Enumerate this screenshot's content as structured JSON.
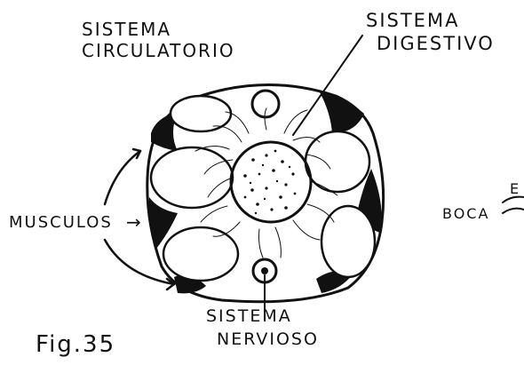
{
  "figure": {
    "labels": {
      "circulatory_line1": "SISTEMA",
      "circulatory_line2": "CIRCULATORIO",
      "digestive_line1": "SISTEMA",
      "digestive_line2": "DIGESTIVO",
      "muscles": "MUSCULOS",
      "muscles_arrow": "→",
      "nervous_line1": "SISTEMA",
      "nervous_line2": "NERVIOSO",
      "mouth": "BOCA",
      "mouth_partial": "E",
      "fig_caption": "Fig.35"
    },
    "colors": {
      "ink": "#111111",
      "paper": "#ffffff"
    }
  }
}
